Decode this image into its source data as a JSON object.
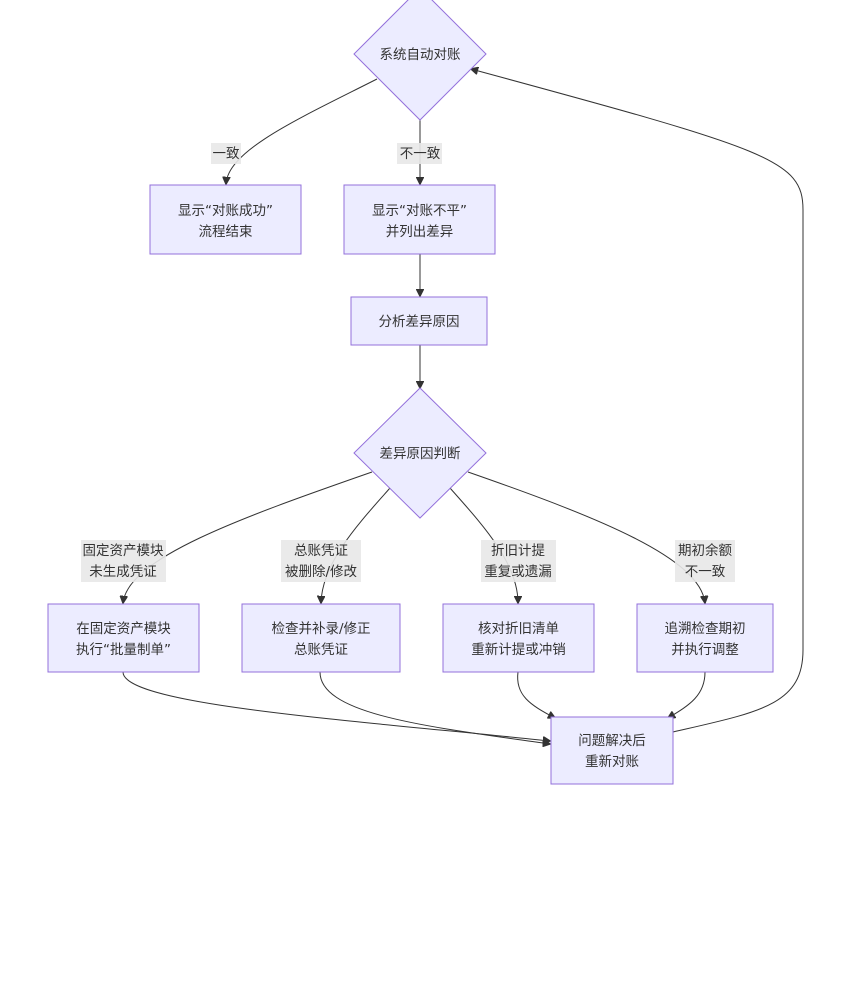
{
  "diagram": {
    "type": "flowchart",
    "nodes": {
      "auto_reconcile": {
        "label": "系统自动对账"
      },
      "success": {
        "lines": [
          "显示“对账成功”",
          "流程结束"
        ]
      },
      "unbalanced": {
        "lines": [
          "显示“对账不平”",
          "并列出差异"
        ]
      },
      "analyze": {
        "label": "分析差异原因"
      },
      "judge": {
        "label": "差异原因判断"
      },
      "batch_voucher": {
        "lines": [
          "在固定资产模块",
          "执行“批量制单”"
        ]
      },
      "fix_voucher": {
        "lines": [
          "检查并补录/修正",
          "总账凭证"
        ]
      },
      "depreciation": {
        "lines": [
          "核对折旧清单",
          "重新计提或冲销"
        ]
      },
      "opening": {
        "lines": [
          "追溯检查期初",
          "并执行调整"
        ]
      },
      "resolved": {
        "lines": [
          "问题解决后",
          "重新对账"
        ]
      }
    },
    "edges": {
      "consistent": {
        "lines": [
          "一致"
        ]
      },
      "inconsistent": {
        "lines": [
          "不一致"
        ]
      },
      "no_voucher": {
        "lines": [
          "固定资产模块",
          "未生成凭证"
        ]
      },
      "voucher_changed": {
        "lines": [
          "总账凭证",
          "被删除/修改"
        ]
      },
      "depreciation_issue": {
        "lines": [
          "折旧计提",
          "重复或遗漏"
        ]
      },
      "opening_mismatch": {
        "lines": [
          "期初余额",
          "不一致"
        ]
      }
    }
  }
}
